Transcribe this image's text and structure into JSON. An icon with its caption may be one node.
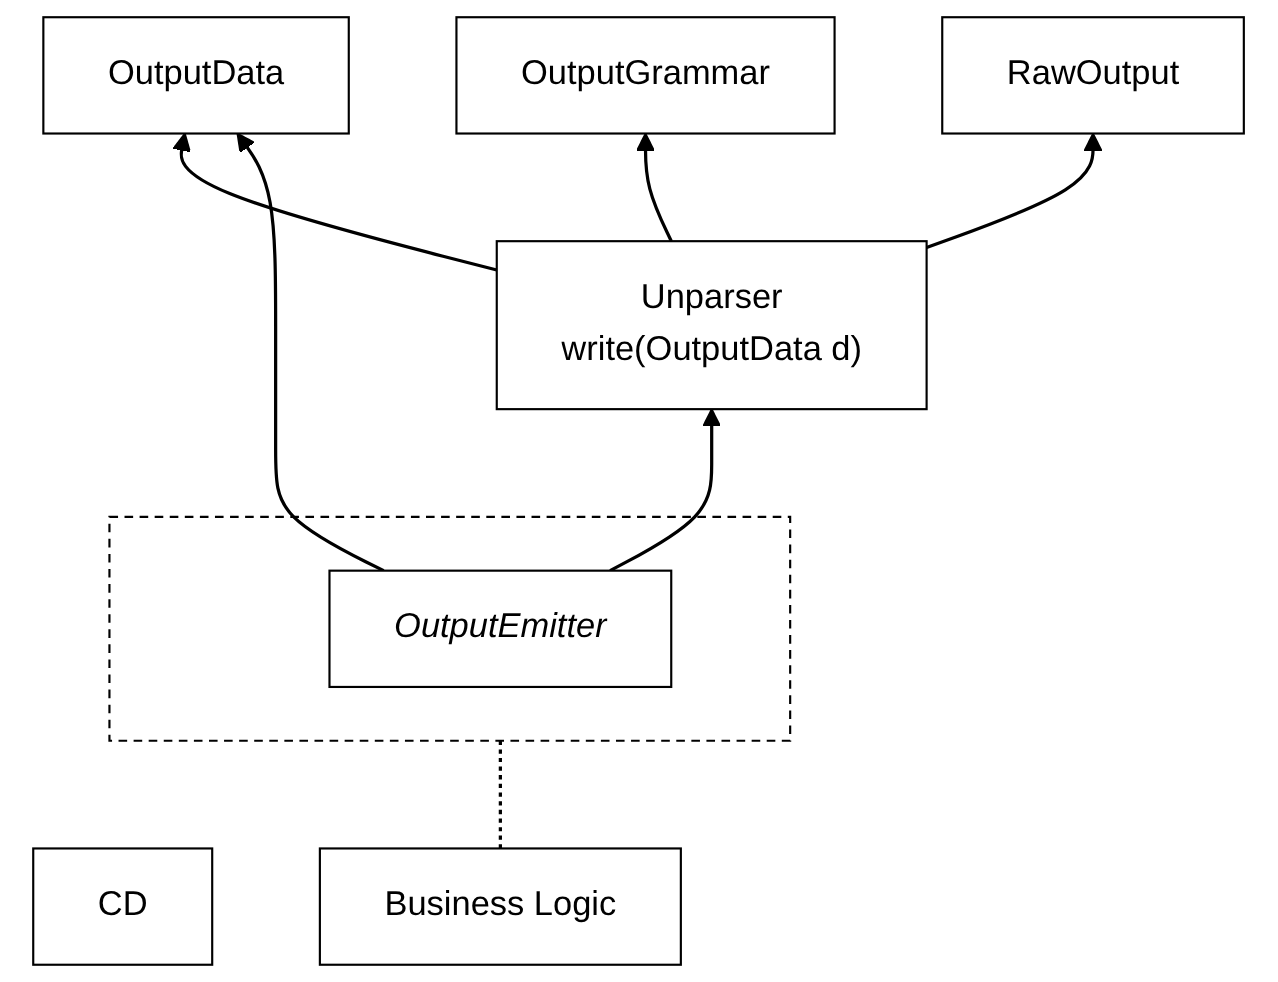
{
  "diagram": {
    "nodes": [
      {
        "text": [
          "OutputGrammar"
        ]
      },
      {
        "text": [
          "CD"
        ]
      },
      {
        "text": [
          "OutputData"
        ]
      },
      {
        "text": [
          "Unparser",
          "write(OutputData d)"
        ]
      },
      {
        "text": [
          "RawOutput"
        ]
      },
      {
        "text": [],
        "shape": "box"
      },
      {
        "text": [
          "OutputEmitter"
        ],
        "in": 5
      },
      {
        "text": [
          "Business Logic"
        ]
      }
    ],
    "edges": [
      {
        "from": 3,
        "to": 0,
        "arrow": "to"
      },
      {
        "from": 3,
        "to": 2,
        "arrow": "to"
      },
      {
        "from": 3,
        "to": 4,
        "arrow": "to"
      },
      {
        "from": 6,
        "to": 2,
        "arrow": "to"
      },
      {
        "from": 6,
        "to": 3,
        "arrow": "to"
      },
      {
        "from": 7,
        "to": 5,
        "arrow": "none",
        "style": "dashed"
      }
    ]
  }
}
